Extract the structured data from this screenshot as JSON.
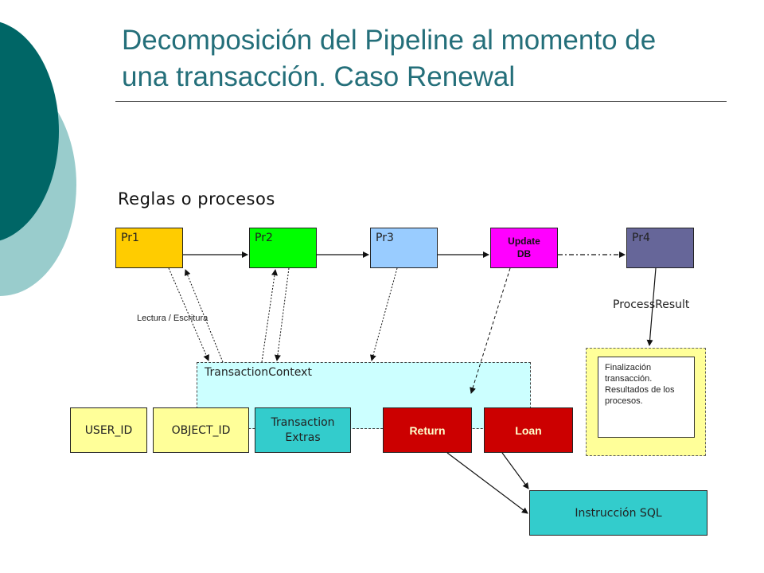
{
  "title": "Decomposición del Pipeline al momento de\nuna transacción. Caso Renewal",
  "subheading": "Reglas o procesos",
  "processes": {
    "pr1": "Pr1",
    "pr2": "Pr2",
    "pr3": "Pr3",
    "update_line1": "Update",
    "update_line2": "DB",
    "pr4": "Pr4"
  },
  "labels": {
    "read_write": "Lectura / Escritura",
    "process_result": "ProcessResult"
  },
  "context": {
    "title": "TransactionContext",
    "user_id": "USER_ID",
    "object_id": "OBJECT_ID",
    "extras_line1": "Transaction",
    "extras_line2": "Extras",
    "return": "Return",
    "loan": "Loan"
  },
  "finalization_note": "Finalización transacción. Resultados de los procesos.",
  "sql_box": "Instrucción SQL",
  "colors": {
    "title": "#246f7a",
    "deco_dark": "#006666",
    "deco_light": "#99cccc",
    "pr1": "#ffcc00",
    "pr2": "#00ff00",
    "pr3": "#99ccff",
    "update_db": "#ff00ff",
    "pr4": "#666699",
    "context": "#ccffff",
    "extras": "#33cccc",
    "return_loan": "#cc0000",
    "final_outer": "#ffff99",
    "sql": "#33cccc"
  }
}
